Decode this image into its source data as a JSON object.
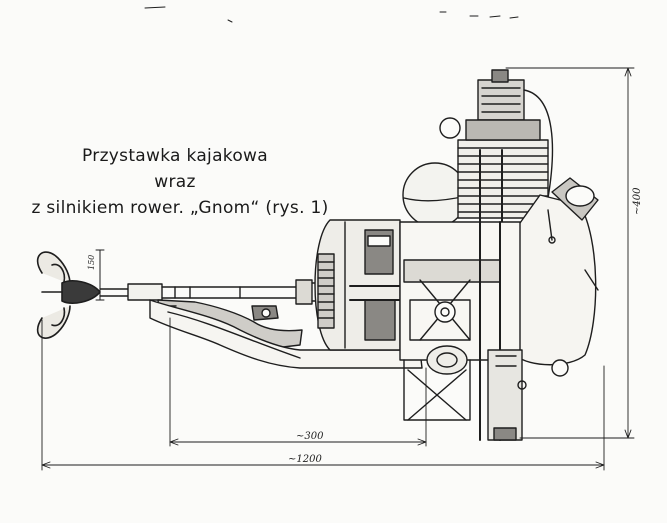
{
  "caption": {
    "line1": "Przystawka kajakowa",
    "line2": "wraz",
    "line3": "z silnikiem rower. „Gnom“ (rys. 1)"
  },
  "dimensions": {
    "overall_length": "~1200",
    "prop_to_mount": "~300",
    "height": "~400",
    "shaft_height": "150"
  },
  "colors": {
    "paper": "#fbfbf9",
    "ink": "#1e1e1e"
  }
}
